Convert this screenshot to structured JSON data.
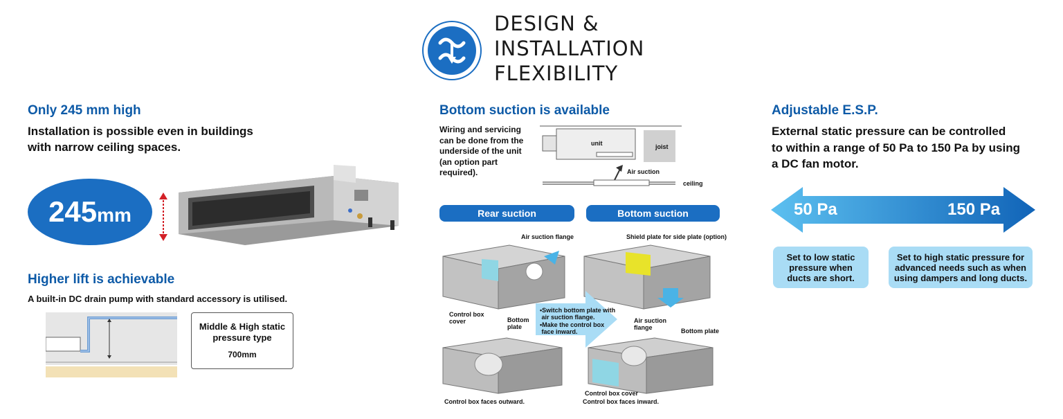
{
  "header": {
    "title_lines": [
      "DESIGN &",
      "INSTALLATION",
      "FLEXIBILITY"
    ],
    "logo_icon": "flexibility-logo-icon",
    "accent": "#1b6ec2"
  },
  "left": {
    "heading1": "Only 245 mm high",
    "desc1_line1": "Installation is possible even in buildings",
    "desc1_line2": "with narrow ceiling spaces.",
    "height_big": "245",
    "height_unit": "mm",
    "heading2": "Higher lift is achievable",
    "desc2": "A built-in DC drain pump with standard accessory is utilised.",
    "lift_box_line1": "Middle & High static",
    "lift_box_line2": "pressure type",
    "lift_value": "700mm"
  },
  "middle": {
    "heading": "Bottom suction is available",
    "desc_lines": [
      "Wiring and servicing",
      "can be done from the",
      "underside of the unit",
      "(an option part",
      "required)."
    ],
    "diagram": {
      "unit": "unit",
      "joist": "joist",
      "air_suction": "Air suction",
      "ceiling": "ceiling"
    },
    "tab_rear": "Rear suction",
    "tab_bottom": "Bottom suction",
    "labels": {
      "air_suction_flange": "Air suction flange",
      "shield_plate": "Shield plate for side plate (option)",
      "control_box_cover": "Control box\ncover",
      "bottom_plate_left": "Bottom\nplate",
      "switch_note_1": "•Switch bottom plate with\n air suction flange.",
      "switch_note_2": "•Make the control box\n face inward.",
      "air_suction_flange_right": "Air suction\nflange",
      "bottom_plate_right": "Bottom plate",
      "control_box_outward": "Control box faces outward.",
      "control_box_cover_2": "Control box cover",
      "control_box_inward": "Control box faces inward."
    }
  },
  "right": {
    "heading": "Adjustable E.S.P.",
    "desc_lines": [
      "External static pressure can be controlled",
      "to within a range of 50 Pa to 150 Pa by using",
      "a DC fan motor."
    ],
    "low": "50 Pa",
    "high": "150 Pa",
    "low_note": "Set to low static\npressure when\nducts are short.",
    "high_note": "Set to high static pressure for\nadvanced needs such as when\nusing dampers and long ducts."
  }
}
